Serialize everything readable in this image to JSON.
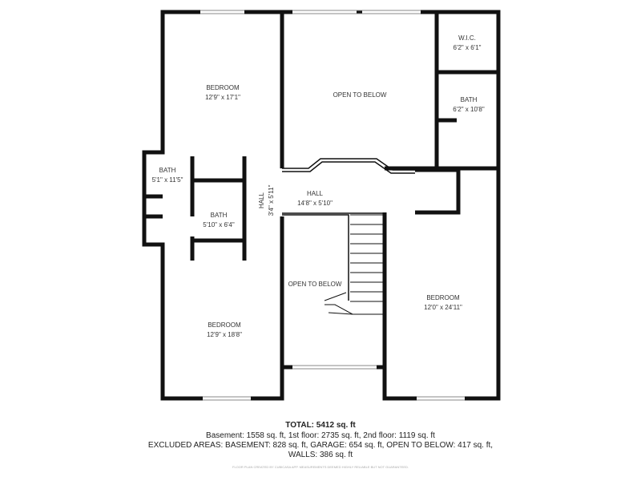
{
  "rooms": [
    {
      "name": "BEDROOM",
      "dims": "12'9\" x 17'1\""
    },
    {
      "name": "OPEN TO BELOW",
      "dims": ""
    },
    {
      "name": "W.I.C.",
      "dims": "6'2\" x 6'1\""
    },
    {
      "name": "BATH",
      "dims": "6'2\" x 10'8\""
    },
    {
      "name": "BATH",
      "dims": "5'1\" x 11'5\""
    },
    {
      "name": "BATH",
      "dims": "5'10\" x 6'4\""
    },
    {
      "name": "HALL",
      "dims": "3'4\" x 5'11\""
    },
    {
      "name": "HALL",
      "dims": "14'8\" x 5'10\""
    },
    {
      "name": "OPEN TO BELOW",
      "dims": ""
    },
    {
      "name": "BEDROOM",
      "dims": "12'0\" x 24'11\""
    },
    {
      "name": "BEDROOM",
      "dims": "12'9\" x 18'8\""
    }
  ],
  "summary": {
    "total": "TOTAL: 5412 sq. ft",
    "floors": "Basement: 1558 sq. ft, 1st floor: 2735 sq. ft, 2nd floor: 1119 sq. ft",
    "excluded": "EXCLUDED AREAS: BASEMENT: 828 sq. ft, GARAGE: 654 sq. ft, OPEN TO BELOW: 417 sq. ft,",
    "walls": "WALLS: 386 sq. ft",
    "disclaimer": "FLOOR PLAN CREATED BY CUBICASA APP. MEASUREMENTS DEEMED HIGHLY RELIABLE BUT NOT GUARANTEED."
  }
}
